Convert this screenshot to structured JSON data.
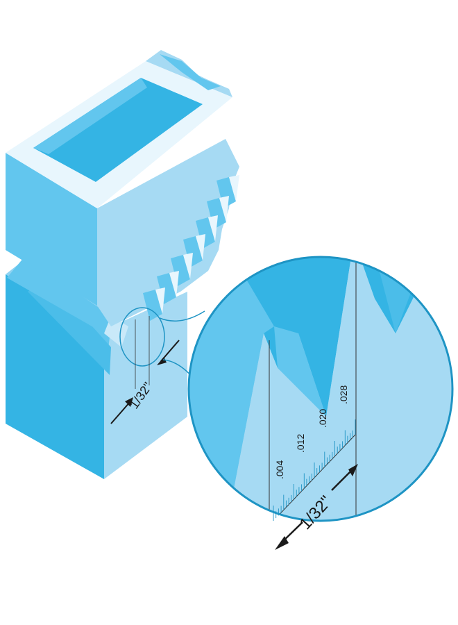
{
  "diagram": {
    "small_dimension_label": "1/32\"",
    "magnified_dimension_label": "1/32\"",
    "scale_ticks": [
      ".004",
      ".012",
      ".020",
      ".028"
    ],
    "colors": {
      "deep_blue": "#34b4e4",
      "mid_blue": "#62c6ee",
      "light_blue": "#a6daf3",
      "pale_blue": "#c9e9f9",
      "outline": "#1e94c4",
      "line": "#333333"
    }
  }
}
